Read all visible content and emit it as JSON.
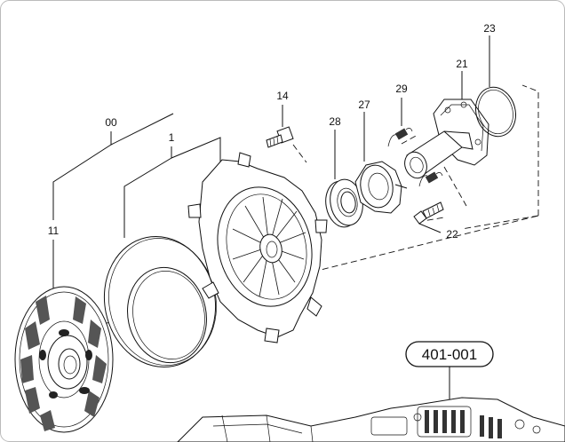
{
  "labels": {
    "p00": "00",
    "p1": "1",
    "p11": "11",
    "p14": "14",
    "p28": "28",
    "p27": "27",
    "p29": "29",
    "p21": "21",
    "p23": "23",
    "p22": "22",
    "ref": "401-001"
  },
  "colors": {
    "line": "#111111",
    "background": "#ffffff",
    "frame": "#bbbbbb"
  }
}
